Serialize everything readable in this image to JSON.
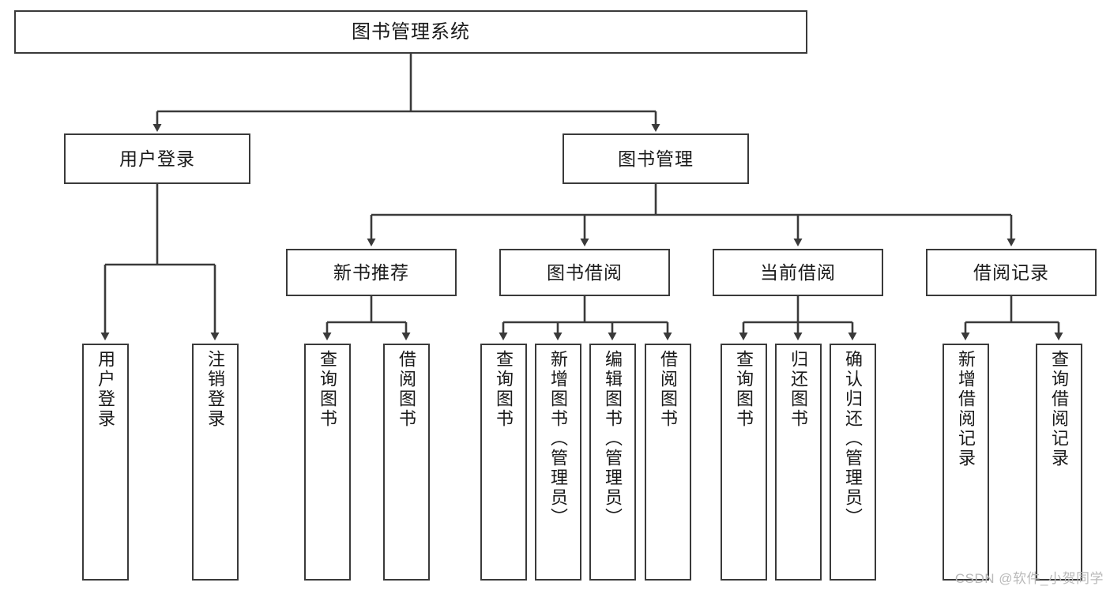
{
  "diagram": {
    "title": "图书管理系统",
    "type": "tree-hierarchy-diagram",
    "orientation": "top-down",
    "colors": {
      "box_border": "#3a3a3a",
      "box_fill": "#ffffff",
      "edge": "#3a3a3a",
      "text": "#1a1a1a",
      "watermark": "#b9b9b9",
      "background": "#ffffff"
    },
    "root": {
      "label": "图书管理系统"
    },
    "level1": [
      {
        "label": "用户登录"
      },
      {
        "label": "图书管理"
      }
    ],
    "level2": [
      {
        "label": "新书推荐"
      },
      {
        "label": "图书借阅"
      },
      {
        "label": "当前借阅"
      },
      {
        "label": "借阅记录"
      }
    ],
    "leaves": {
      "user_login": [
        {
          "label": "用户登录"
        },
        {
          "label": "注销登录"
        }
      ],
      "new_book_recommend": [
        {
          "label": "查询图书"
        },
        {
          "label": "借阅图书"
        }
      ],
      "book_borrow": [
        {
          "label": "查询图书"
        },
        {
          "label": "新增图书（管理员）"
        },
        {
          "label": "编辑图书（管理员）"
        },
        {
          "label": "借阅图书"
        }
      ],
      "current_borrow": [
        {
          "label": "查询图书"
        },
        {
          "label": "归还图书"
        },
        {
          "label": "确认归还（管理员）"
        }
      ],
      "borrow_record": [
        {
          "label": "新增借阅记录"
        },
        {
          "label": "查询借阅记录"
        }
      ]
    }
  },
  "watermark": {
    "text": "CSDN @软件_小贺同学"
  }
}
